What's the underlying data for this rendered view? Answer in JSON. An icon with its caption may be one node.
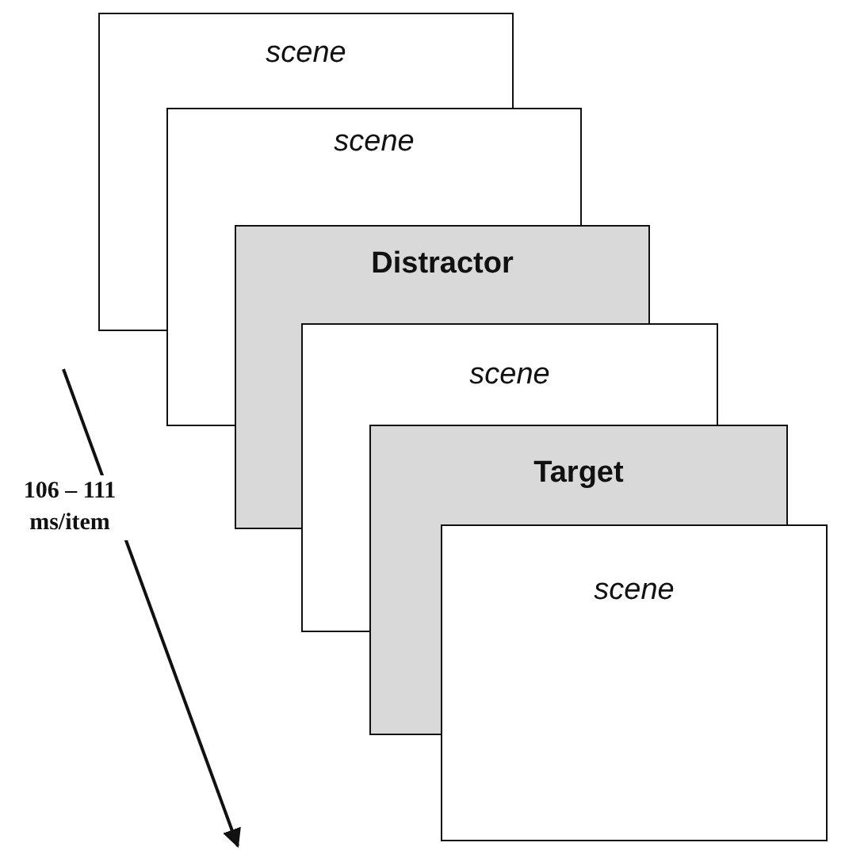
{
  "diagram": {
    "nodes": [
      {
        "text": [
          "scene"
        ]
      },
      {
        "text": [
          "scene"
        ]
      },
      {
        "text": [
          "Distractor"
        ]
      },
      {
        "text": [
          "scene"
        ]
      },
      {
        "text": [
          "Target"
        ]
      },
      {
        "text": [
          "scene"
        ]
      }
    ],
    "labels": [
      "106 – 111 ms/item"
    ]
  }
}
